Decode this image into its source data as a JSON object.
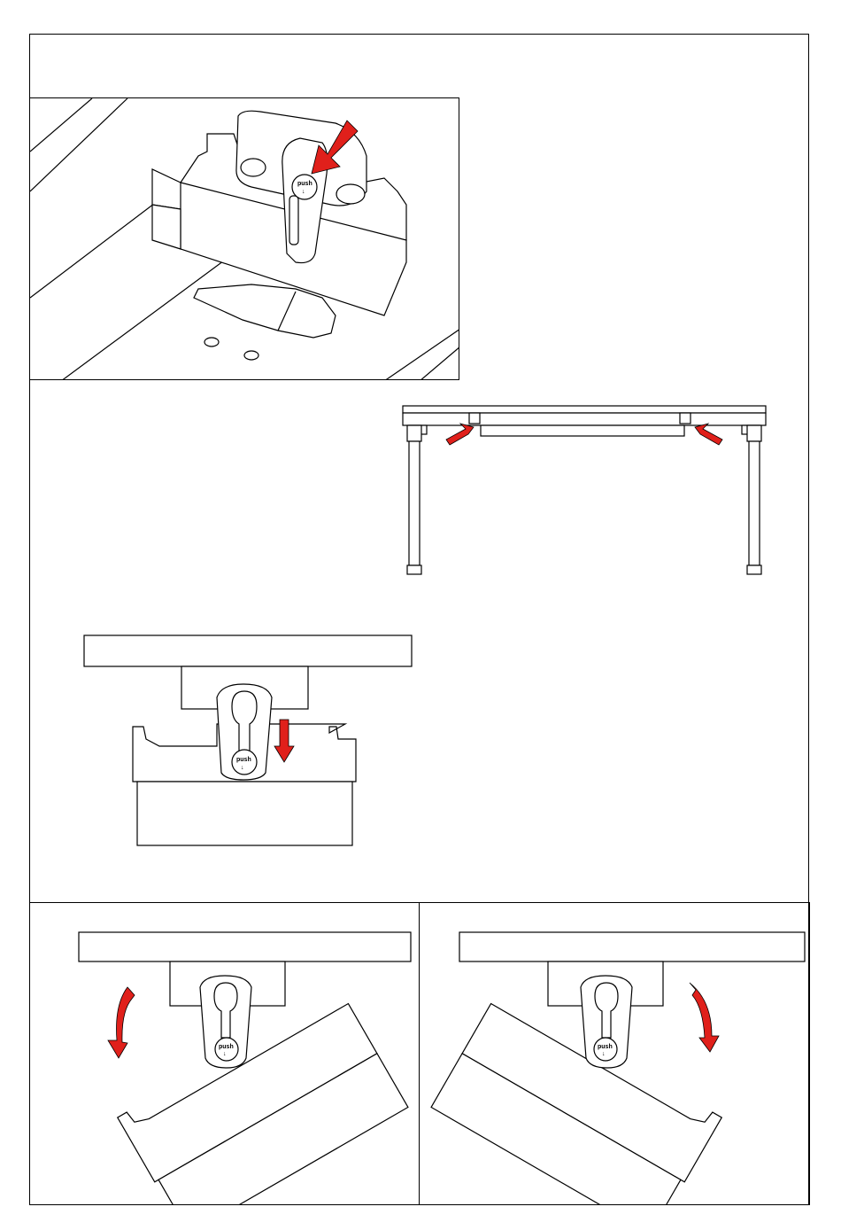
{
  "figures": {
    "closeup": {
      "button_label": "push",
      "arrow_symbol": "↓"
    },
    "locking": {
      "button_label": "push",
      "arrow_symbol": "↓"
    },
    "tilt_left": {
      "button_label": "push",
      "arrow_symbol": "↓"
    },
    "tilt_right": {
      "button_label": "push",
      "arrow_symbol": "↓"
    }
  },
  "colors": {
    "arrow": "#e0201b",
    "line": "#000000",
    "background": "#ffffff"
  },
  "icons": [
    "push-arrow-icon",
    "double-arrow-icon",
    "pointer-arrow-icon"
  ]
}
